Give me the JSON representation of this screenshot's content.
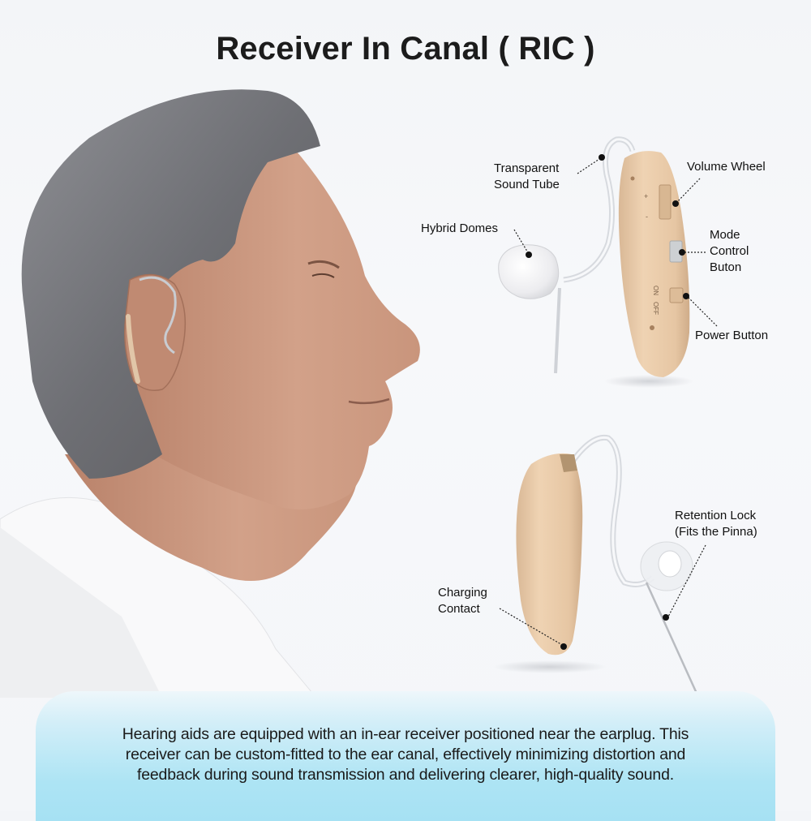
{
  "title": "Receiver In Canal ( RIC )",
  "labels": {
    "transparent_sound_tube": [
      "Transparent",
      "Sound Tube"
    ],
    "volume_wheel": "Volume Wheel",
    "hybrid_domes": "Hybrid Domes",
    "mode_control_button": [
      "Mode",
      "Control",
      "Buton"
    ],
    "power_button": "Power Button",
    "retention_lock": [
      "Retention Lock",
      "(Fits the Pinna)"
    ],
    "charging_contact": [
      "Charging",
      "Contact"
    ]
  },
  "device_markings": {
    "plus": "+",
    "minus": "-",
    "on": "ON",
    "off": "OFF"
  },
  "description": {
    "line1": "Hearing aids are equipped with an in-ear receiver positioned near the earplug. This",
    "line2": "receiver can be custom-fitted to the ear canal, effectively minimizing distortion and",
    "line3": "feedback during sound transmission and delivering clearer, high-quality sound."
  },
  "colors": {
    "device_beige": "#e8c9a6",
    "panel_blue": "#a6e1f3",
    "text": "#111111"
  }
}
